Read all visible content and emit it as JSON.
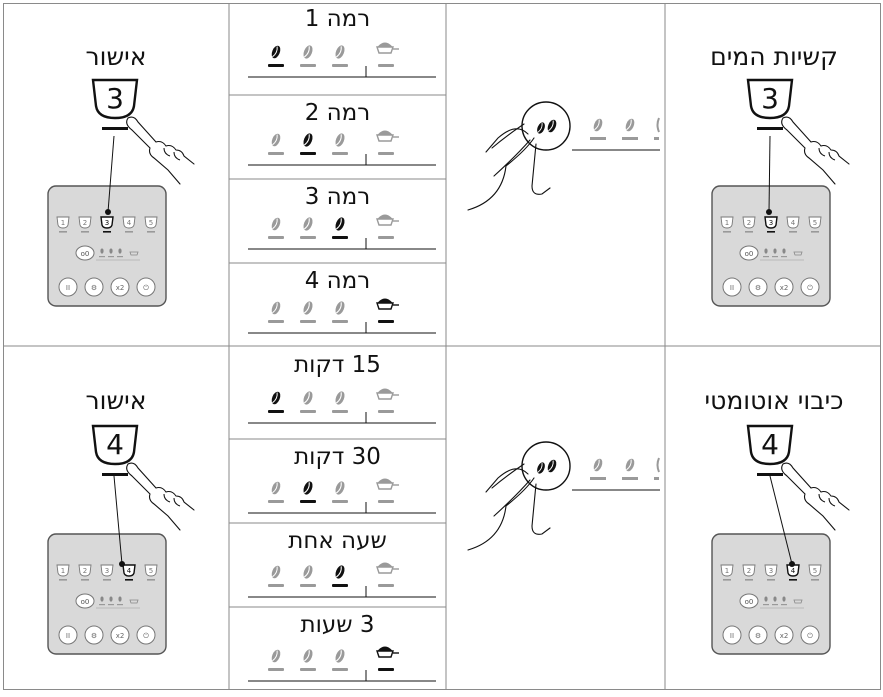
{
  "sections": [
    {
      "title": "קשיות המים",
      "confirm": "אישור",
      "program_number": "3",
      "levels": [
        "רמה 1",
        "רמה 2",
        "רמה 3",
        "רמה 4"
      ],
      "active_levels": [
        1,
        2,
        3,
        4
      ]
    },
    {
      "title": "כיבוי אוטומטי",
      "confirm": "אישור",
      "program_number": "4",
      "levels": [
        "15 דקות",
        "30 דקות",
        "שעה אחת",
        "3 שעות"
      ],
      "active_levels": [
        1,
        2,
        3,
        4
      ]
    }
  ],
  "panel": {
    "top_buttons": [
      "1",
      "2",
      "3",
      "4",
      "5"
    ],
    "middle_label": "o0",
    "bottom_buttons": [
      "II",
      "⚙",
      "x2",
      "⏻"
    ]
  },
  "icons": {
    "bean": "coffee-bean-icon",
    "cup": "espresso-cup-icon",
    "hand": "hand-pointer-icon",
    "program_button": "program-cup-button-icon",
    "bean_button": "bean-button-icon"
  },
  "colors": {
    "ink": "#111111",
    "inactive": "#9a9a9a",
    "panel": "#d9d9d9",
    "grid": "#888888"
  }
}
